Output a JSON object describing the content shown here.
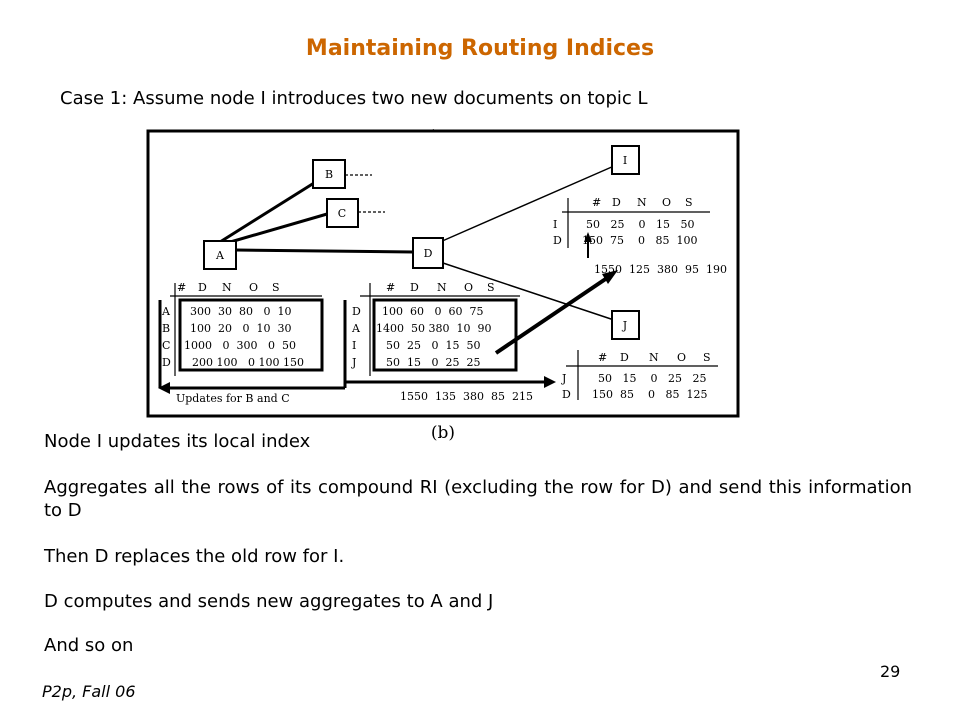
{
  "title": "Maintaining Routing Indices",
  "subtitle": "Case 1: Assume node I introduces two new documents on topic L",
  "figure": {
    "caption": "(b)",
    "nodes": {
      "A": "A",
      "B": "B",
      "C": "C",
      "D": "D",
      "I": "I",
      "J": "J"
    },
    "headers": [
      "#",
      "D",
      "N",
      "O",
      "S"
    ],
    "table_A": {
      "rows": [
        {
          "label": "A",
          "cells": "300  30  80   0  10"
        },
        {
          "label": "B",
          "cells": "100  20   0  10  30"
        },
        {
          "label": "C",
          "cells": "1000   0  300   0  50"
        },
        {
          "label": "D",
          "cells": "200 100   0 100 150"
        }
      ]
    },
    "table_D": {
      "rows": [
        {
          "label": "D",
          "cells": "100  60   0  60  75"
        },
        {
          "label": "A",
          "cells": "1400  50 380  10  90"
        },
        {
          "label": "I",
          "cells": "50  25   0  15  50"
        },
        {
          "label": "J",
          "cells": "50  15   0  25  25"
        }
      ],
      "aggregate": "1550  135  380  85  215"
    },
    "table_I": {
      "rows": [
        {
          "label": "I",
          "cells": "50   25    0   15   50"
        },
        {
          "label": "D",
          "cells": "150  75    0   85  100"
        }
      ],
      "aggregate": "1550  125  380  95  190"
    },
    "table_J": {
      "rows": [
        {
          "label": "J",
          "cells": "50   15    0   25   25"
        },
        {
          "label": "D",
          "cells": "150  85    0   85  125"
        }
      ]
    },
    "updates_label": "Updates for B and C"
  },
  "steps": [
    "Node I updates its local index",
    "Aggregates all the rows of its compound RI (excluding the row for D) and send this information to D",
    "Then D replaces the old row for I.",
    "D computes and sends new aggregates to A and J",
    "And so on"
  ],
  "footer": "P2p, Fall 06",
  "page_number": "29"
}
